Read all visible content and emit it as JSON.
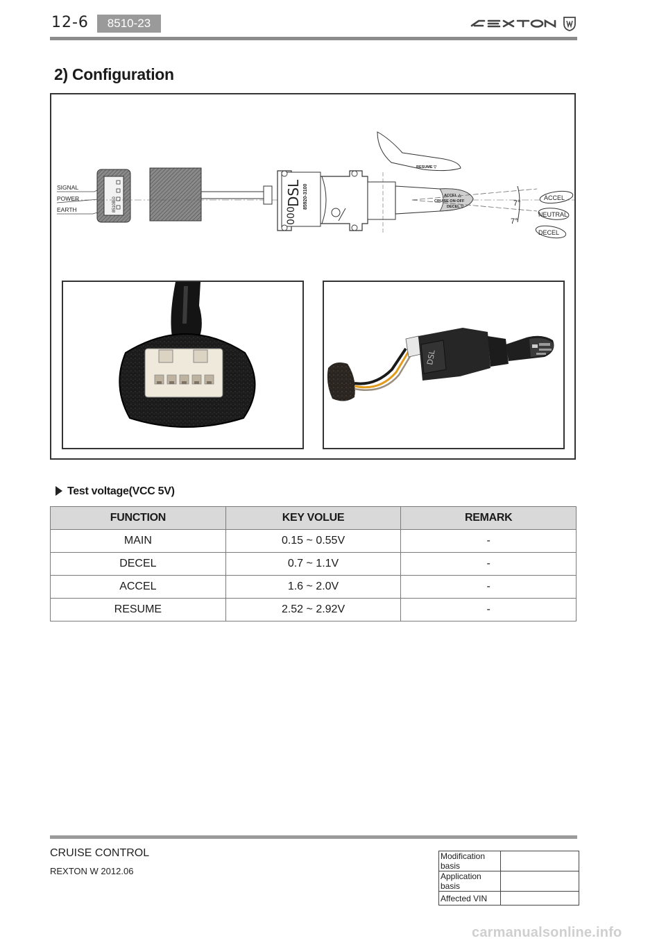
{
  "header": {
    "page_number": "12-6",
    "section_code": "8510-23",
    "brand_icon": "rexton-logo",
    "emblem_icon": "ssangyong-emblem"
  },
  "section_title": "2) Configuration",
  "diagram": {
    "pin_labels": [
      "SIGNAL",
      "POWER",
      "EARTH"
    ],
    "connector_text": "8510B-0",
    "switch_brand": "DSL",
    "switch_part_no": "85920-3100",
    "switch_code": "000",
    "positions": [
      "ACCEL",
      "NEUTRAL",
      "DECEL"
    ],
    "lever_resume": "RESUME ▽",
    "lever_accel": "ACCEL △",
    "lever_cruise": "CRUISE ON·OFF",
    "lever_decel": "DECEL ▽",
    "angle_label": "7°",
    "photo_left_icon": "connector-photo",
    "photo_right_icon": "switch-assembly-photo",
    "photo_right_brand": "DSL"
  },
  "test_voltage": {
    "heading": "Test voltage(VCC 5V)",
    "columns": [
      "FUNCTION",
      "KEY VOLUE",
      "REMARK"
    ],
    "rows": [
      [
        "MAIN",
        "0.15 ~ 0.55V",
        "-"
      ],
      [
        "DECEL",
        "0.7 ~ 1.1V",
        "-"
      ],
      [
        "ACCEL",
        "1.6 ~ 2.0V",
        "-"
      ],
      [
        "RESUME",
        "2.52 ~ 2.92V",
        "-"
      ]
    ]
  },
  "footer": {
    "title": "CRUISE CONTROL",
    "model": "REXTON W 2012.06",
    "basis": [
      {
        "label": "Modification basis",
        "value": ""
      },
      {
        "label": "Application basis",
        "value": ""
      },
      {
        "label": "Affected VIN",
        "value": ""
      }
    ]
  },
  "watermark": "carmanualsonline.info"
}
